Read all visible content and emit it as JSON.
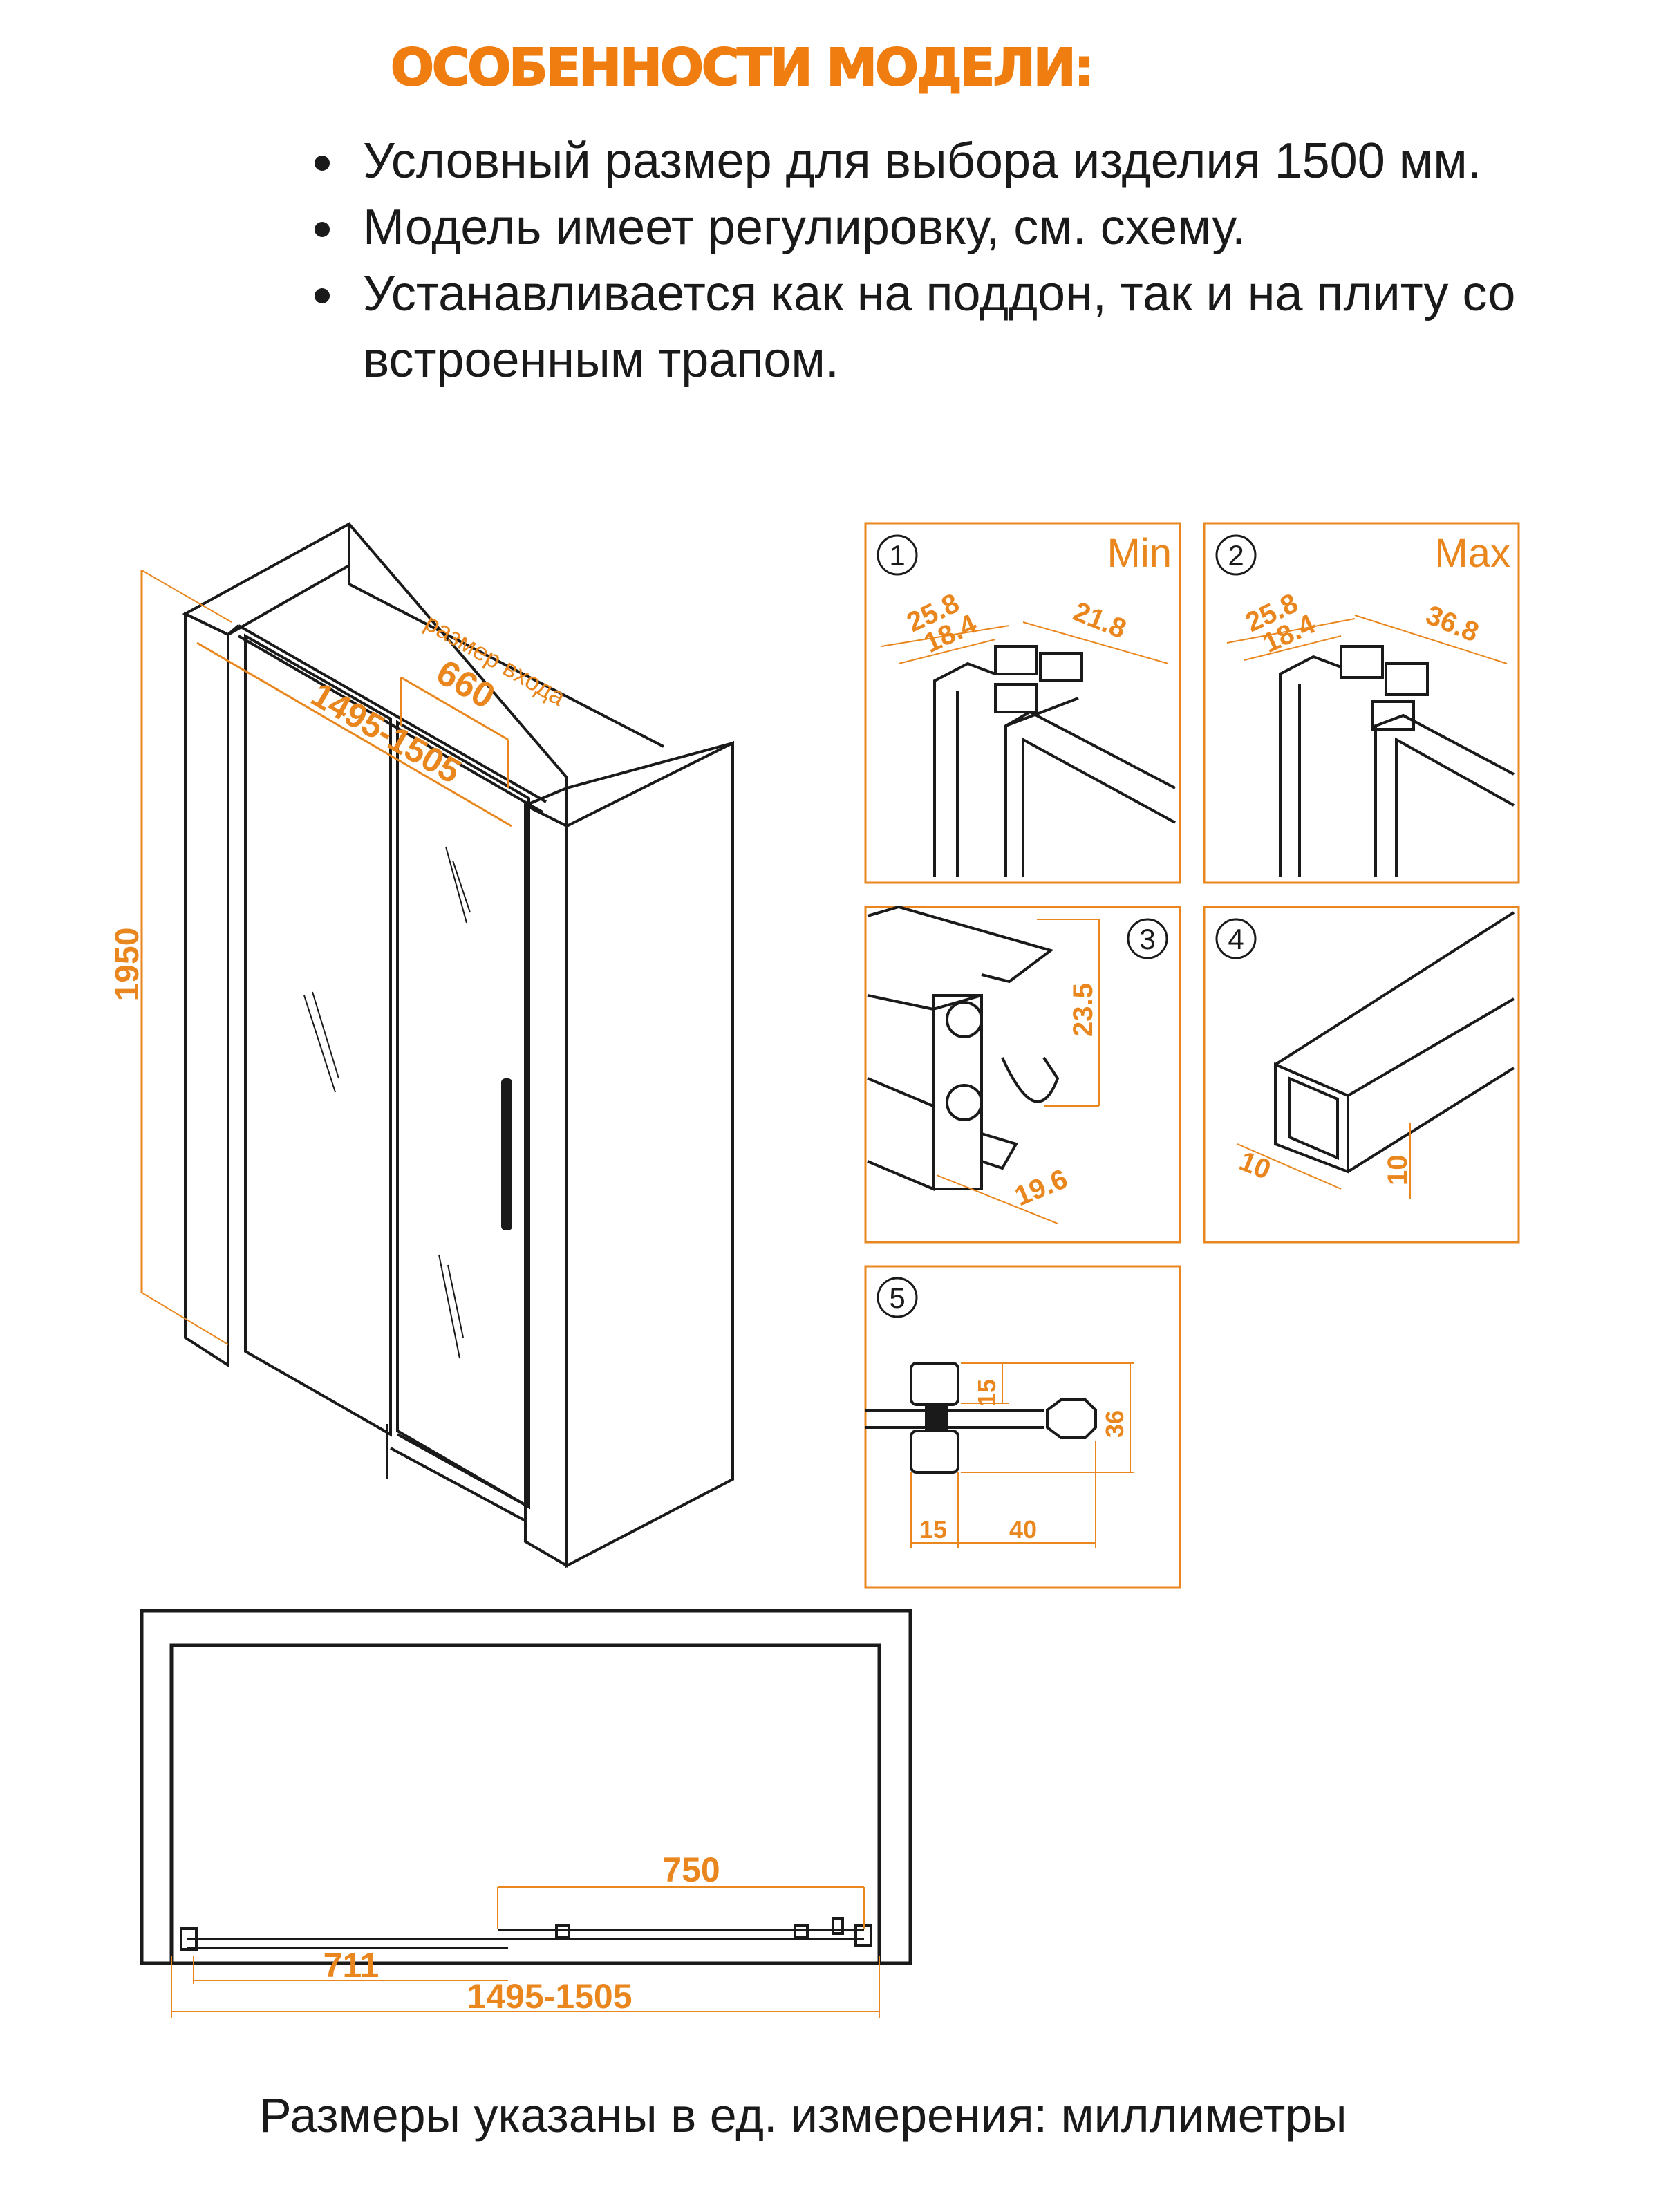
{
  "heading": "ОСОБЕННОСТИ МОДЕЛИ:",
  "features": [
    "Условный размер для выбора изделия 1500 мм.",
    "Модель имеет регулировку, см. схему.",
    "Устанавливается как на поддон, так и на плиту со встроенным трапом."
  ],
  "main_view": {
    "height": "1950",
    "width": "1495-1505",
    "entrance_label": "размер входа",
    "entrance": "660"
  },
  "details": {
    "d1": {
      "num": "1",
      "label": "Min",
      "a": "25.8",
      "b": "18.4",
      "c": "21.8"
    },
    "d2": {
      "num": "2",
      "label": "Max",
      "a": "25.8",
      "b": "18.4",
      "c": "36.8"
    },
    "d3": {
      "num": "3",
      "h": "23.5",
      "w": "19.6"
    },
    "d4": {
      "num": "4",
      "w": "10",
      "h": "10"
    },
    "d5": {
      "num": "5",
      "top": "15",
      "height": "36",
      "left": "15",
      "right": "40"
    }
  },
  "plan_view": {
    "door": "750",
    "fixed": "711",
    "overall": "1495-1505"
  },
  "footer": "Размеры указаны в ед. измерения: миллиметры",
  "colors": {
    "accent": "#f07d10",
    "line": "#1a1a1a"
  }
}
